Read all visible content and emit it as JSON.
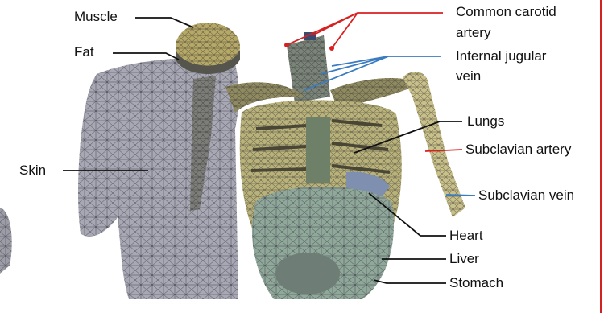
{
  "labels": {
    "muscle": "Muscle",
    "fat": "Fat",
    "skin": "Skin",
    "common_carotid_artery_l1": "Common carotid",
    "common_carotid_artery_l2": "artery",
    "internal_jugular_vein_l1": "Internal jugular",
    "internal_jugular_vein_l2": "vein",
    "lungs": "Lungs",
    "subclavian_artery": "Subclavian artery",
    "subclavian_vein": "Subclavian vein",
    "heart": "Heart",
    "liver": "Liver",
    "stomach": "Stomach"
  },
  "colors": {
    "leader_black": "#111111",
    "leader_artery": "#d92020",
    "leader_vein": "#3b7bc0",
    "frame": "#d32020",
    "skin_mesh": "#a8a8b4",
    "muscle_mesh": "#b6a866",
    "bone_mesh": "#b9b27a",
    "liver_mesh": "#8fa89a",
    "lung_mesh": "#7f8fb0"
  }
}
